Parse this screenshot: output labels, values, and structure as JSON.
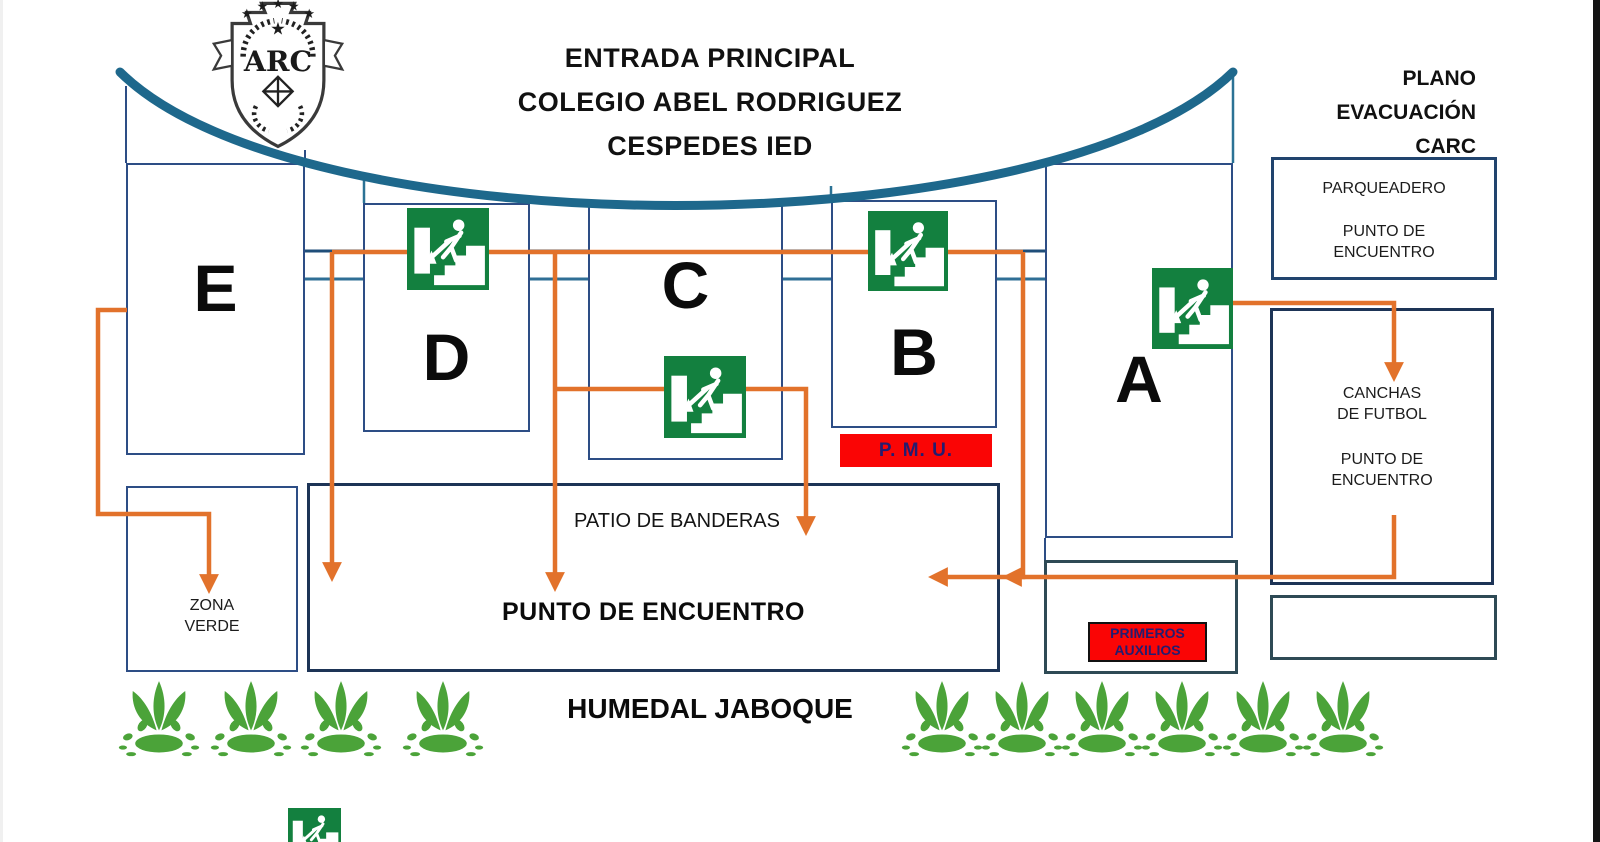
{
  "header": {
    "title_line1": "ENTRADA PRINCIPAL",
    "title_line2": "COLEGIO ABEL RODRIGUEZ",
    "title_line3": "CESPEDES IED",
    "plan_line1": "PLANO",
    "plan_line2": "EVACUACIÓN",
    "plan_line3": "CARC",
    "logo_text": "ARC"
  },
  "buildings": {
    "e": "E",
    "d": "D",
    "c": "C",
    "b": "B",
    "a": "A"
  },
  "labels": {
    "parqueadero": "PARQUEADERO",
    "punto_de": "PUNTO DE",
    "encuentro": "ENCUENTRO",
    "canchas_line1": "CANCHAS",
    "canchas_line2": "DE FUTBOL",
    "patio": "PATIO DE BANDERAS",
    "punto_encuentro": "PUNTO DE ENCUENTRO",
    "zona_line1": "ZONA",
    "zona_line2": "VERDE",
    "humedal": "HUMEDAL JABOQUE",
    "pmu": "P. M. U.",
    "primeros_line1": "PRIMEROS",
    "primeros_line2": "AUXILIOS"
  },
  "icons": {
    "exit_sign": "emergency-stairs-exit",
    "plant": "wetland-plant",
    "crest": "school-crest"
  },
  "colors": {
    "route_orange": "#E2722B",
    "entrance_curve_teal": "#1E688C",
    "building_border_navy": "#2D4D85",
    "zone_border_dark_navy": "#1D3456",
    "aux_border_slate": "#2E4A55",
    "exit_sign_green": "#13803F",
    "plant_green": "#4BA339",
    "alert_red": "#FA0505",
    "alert_text_navy": "#241C70"
  }
}
